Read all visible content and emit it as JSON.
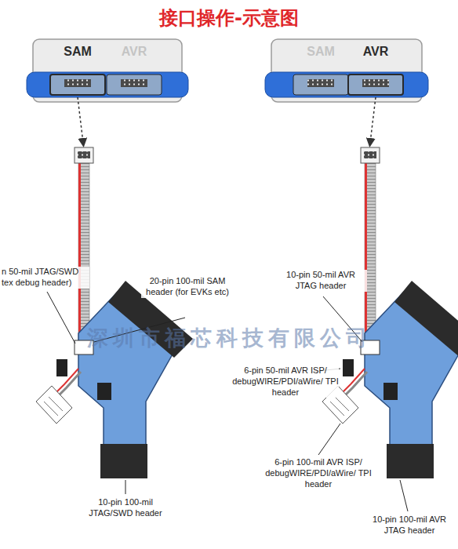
{
  "diagram": {
    "title": "接口操作-示意图",
    "nodes": [
      {
        "text": [
          "SAM",
          "AVR"
        ]
      },
      {
        "text": [
          "SAM",
          "AVR"
        ]
      }
    ],
    "labels": [
      "n 50-mil JTAG/SWD tex debug header)",
      "20-pin 100-mil SAM header (for EVKs etc)",
      "10-pin 100-mil JTAG/SWD header",
      "10-pin 50-mil AVR JTAG header",
      "6-pin 50-mil AVR ISP/ debugWIRE/PDI/aWire/ TPI header",
      "6-pin 100-mil AVR ISP/ debugWIRE/PDI/aWire/ TPI header",
      "10-pin 100-mil AVR JTAG header",
      "深圳市福芯科技有限公司"
    ]
  }
}
